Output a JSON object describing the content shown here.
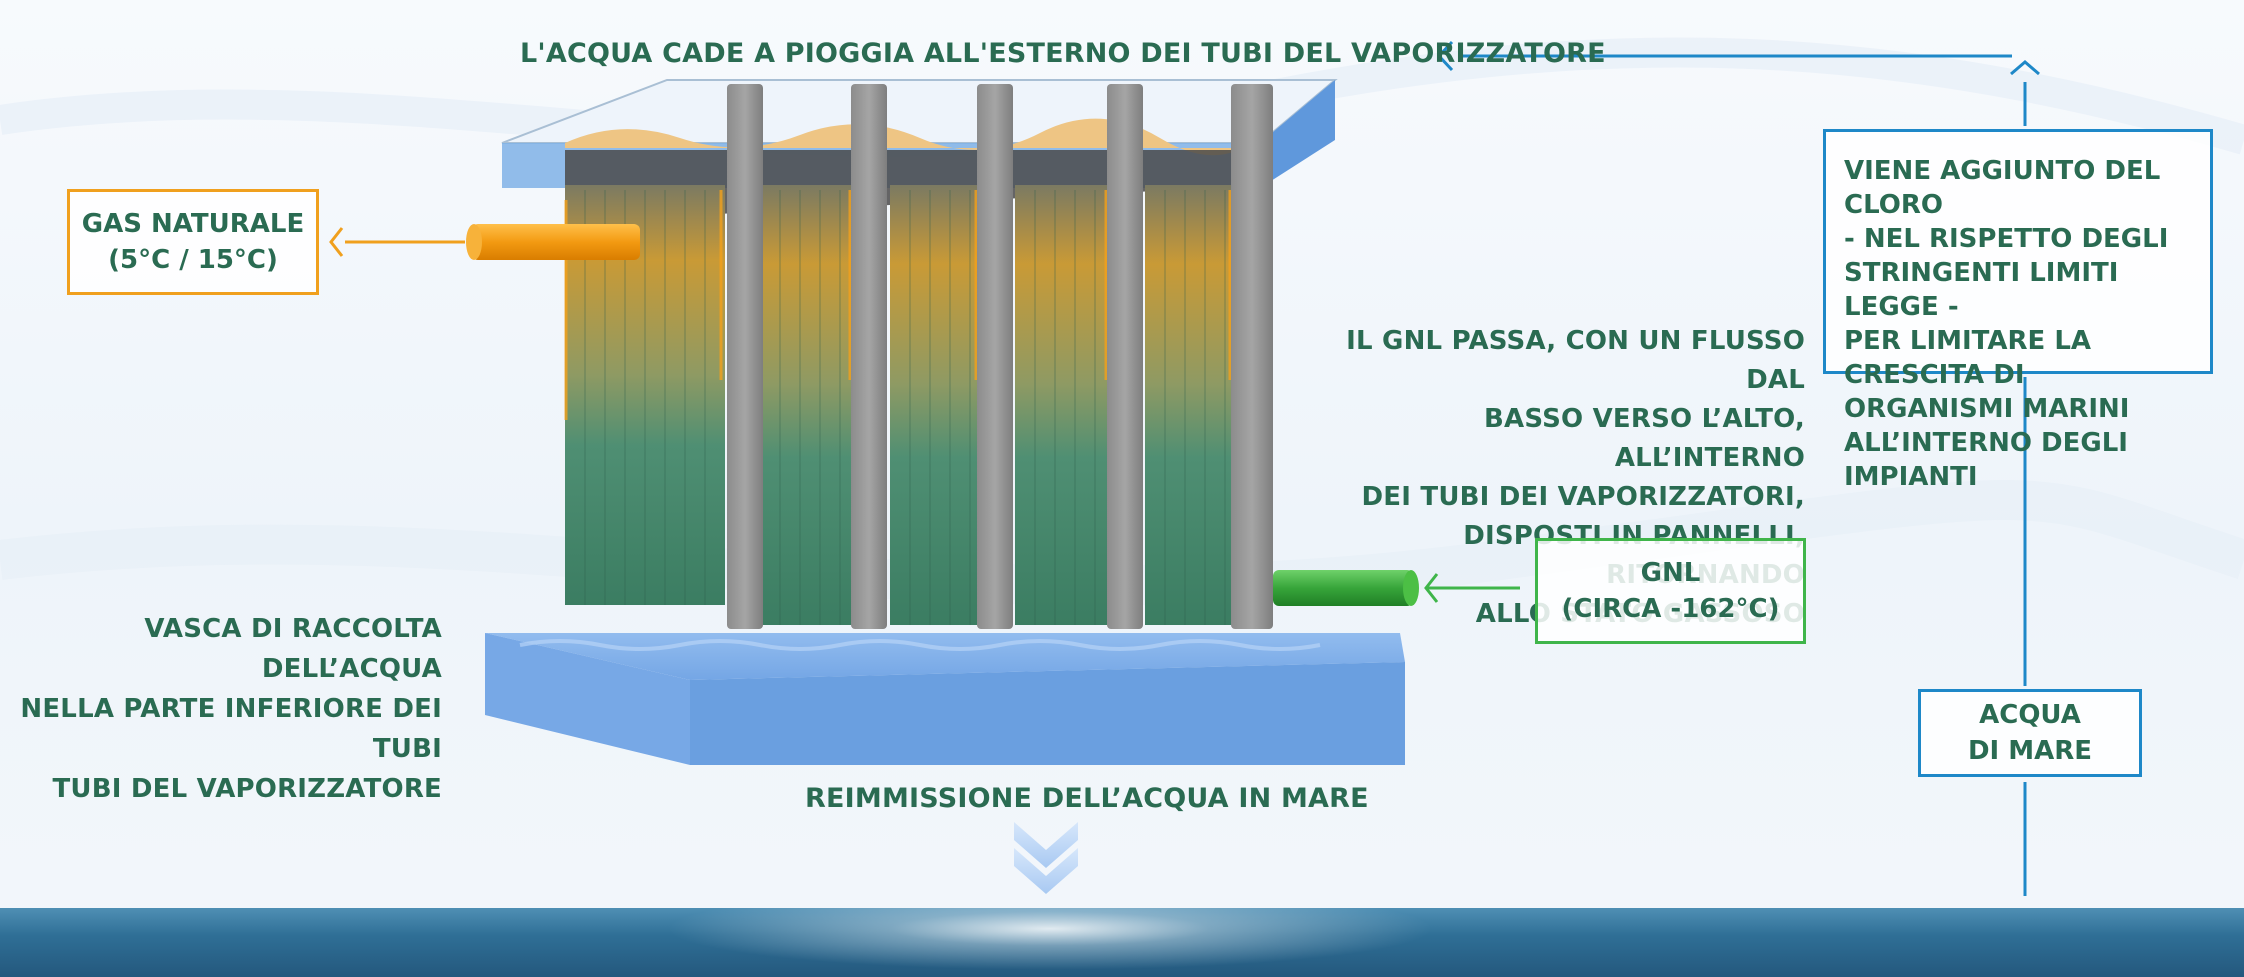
{
  "labels": {
    "top": "L'ACQUA CADE A PIOGGIA ALL'ESTERNO DEI TUBI DEL VAPORIZZATORE",
    "gnl_desc": [
      "IL GNL PASSA, CON UN FLUSSO DAL",
      "BASSO VERSO L’ALTO, ALL’INTERNO",
      "DEI TUBI DEI VAPORIZZATORI,",
      "DISPOSTI IN PANNELLI, RITORNANDO",
      "ALLO STATO GASSOSO"
    ],
    "vasca": [
      "VASCA DI RACCOLTA DELL’ACQUA",
      "NELLA PARTE INFERIORE DEI TUBI",
      "TUBI DEL  VAPORIZZATORE"
    ],
    "reimmissione": "REIMMISSIONE DELL’ACQUA IN MARE"
  },
  "boxes": {
    "gas": {
      "line1": "GAS NATURALE",
      "line2": "(5°C / 15°C)"
    },
    "gnl": {
      "line1": "GNL",
      "line2": "(CIRCA -162°C)"
    },
    "cloro": [
      "VIENE AGGIUNTO DEL CLORO",
      "- NEL RISPETTO DEGLI",
      "STRINGENTI LIMITI LEGGE -",
      "PER LIMITARE LA CRESCITA DI",
      "ORGANISMI MARINI",
      "ALL’INTERNO DEGLI IMPIANTI"
    ],
    "acqua": {
      "line1": "ACQUA",
      "line2": "DI MARE"
    }
  },
  "colors": {
    "text": "#2a6b52",
    "gas": "#f0a01e",
    "gnl": "#3fb54a",
    "water_line": "#1e88c8",
    "water": "#6a9fe0"
  }
}
